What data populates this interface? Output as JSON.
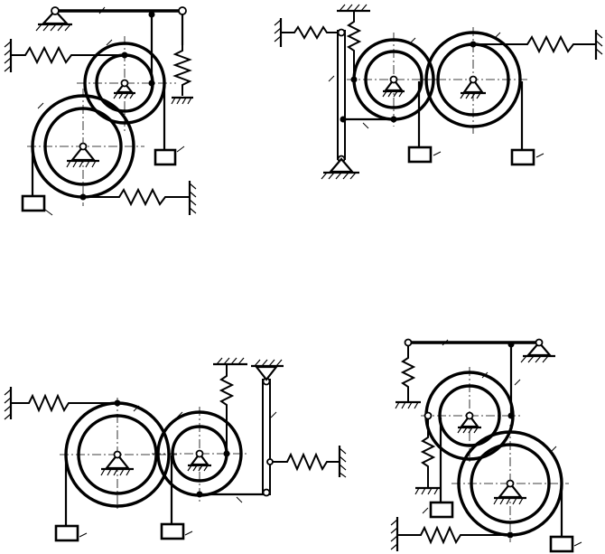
{
  "figure": {
    "panels": [
      {
        "id": "a",
        "items": [
          "lever",
          "gear-small",
          "gear-large",
          "spring-top",
          "spring-right",
          "spring-bottom",
          "weight-1",
          "weight-2"
        ]
      },
      {
        "id": "b",
        "items": [
          "vertical-link",
          "gear-left",
          "gear-right",
          "spring-left",
          "spring-top",
          "spring-right",
          "weight-1",
          "weight-2"
        ]
      },
      {
        "id": "c",
        "items": [
          "gear-large",
          "gear-small",
          "vertical-link",
          "spring-left",
          "spring-top",
          "spring-right",
          "weight-1",
          "weight-2"
        ]
      },
      {
        "id": "d",
        "items": [
          "lever",
          "gear-top",
          "gear-bottom",
          "spring-left",
          "spring-mid",
          "spring-bottom",
          "weight-1",
          "weight-2"
        ]
      }
    ],
    "colors": {
      "ink": "#000000",
      "paper": "#ffffff"
    }
  }
}
